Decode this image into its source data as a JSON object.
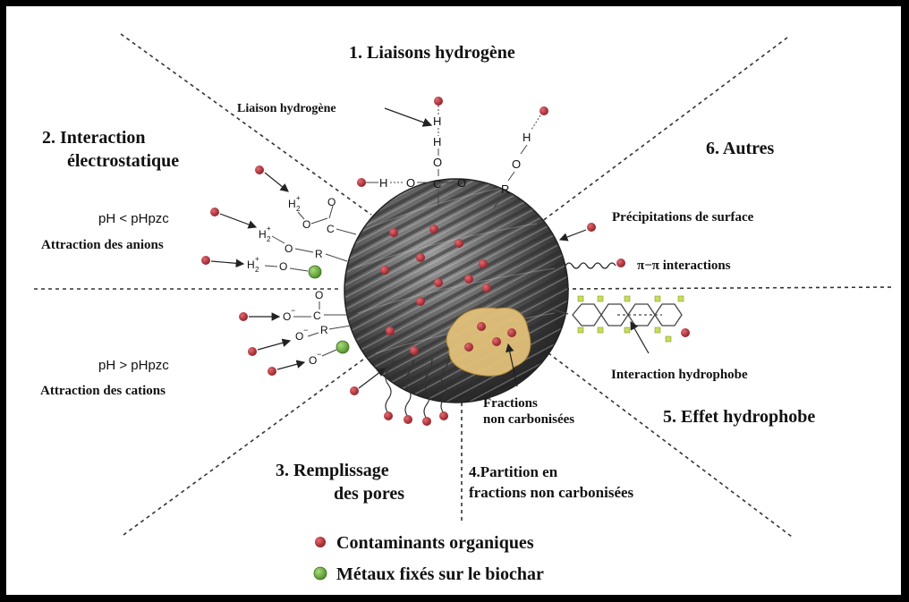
{
  "sections": {
    "s1": "1. Liaisons hydrogène",
    "s2_line1": "2. Interaction",
    "s2_line2": "électrostatique",
    "s3_line1": "3. Remplissage",
    "s3_line2": "des pores",
    "s4_line1": "4.Partition en",
    "s4_line2": "fractions non carbonisées",
    "s5": "5. Effet hydrophobe",
    "s6": "6. Autres"
  },
  "labels": {
    "liaison_hydrogene": "Liaison hydrogène",
    "ph_low": "pH < pHpzc",
    "ph_high": "pH > pHpzc",
    "attraction_anions": "Attraction des anions",
    "attraction_cations": "Attraction des cations",
    "precipitations": "Précipitations de surface",
    "pi_pi": "π−π  interactions",
    "interaction_hydrophobe": "Interaction hydrophobe",
    "fractions_line1": "Fractions",
    "fractions_line2": "non carbonisées"
  },
  "legend": {
    "contaminants": "Contaminants organiques",
    "metaux": "Métaux fixés sur le biochar",
    "colors": {
      "contaminant": "#b0303a",
      "metal": "#6aaa3c",
      "fraction": "#e2c07a"
    }
  }
}
